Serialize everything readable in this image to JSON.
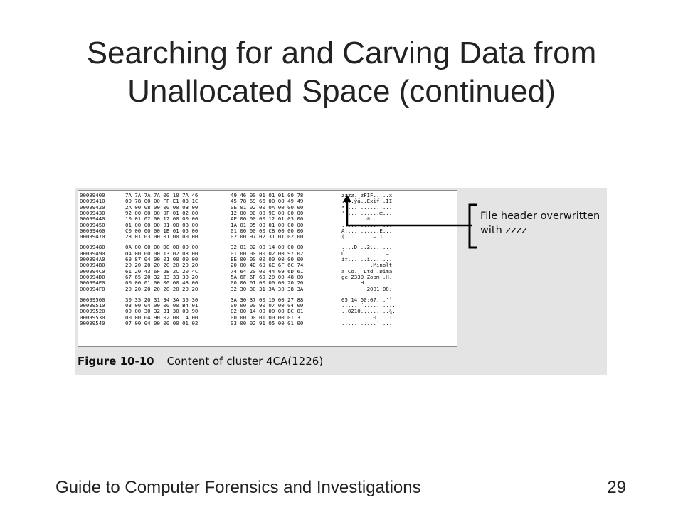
{
  "slide": {
    "title_line1": "Searching for and Carving Data from",
    "title_line2": "Unallocated Space (continued)"
  },
  "figure": {
    "number": "Figure 10-10",
    "caption": "Content of cluster 4CA(1226)",
    "annotation_line1": "File header overwritten",
    "annotation_line2": "with zzzz",
    "rows": [
      {
        "offset": "00099400",
        "h1": "7A 7A 7A 7A 00 10 7A 46",
        "h2": "49 46 00 01 01 01 00 78",
        "ascii": "zzzz..zFIF.....x"
      },
      {
        "offset": "00099410",
        "h1": "00 78 00 00 FF E1 03 1C",
        "h2": "45 78 69 66 00 00 49 49",
        "ascii": ".x..ÿá..Exif..II"
      },
      {
        "offset": "00099420",
        "h1": "2A 00 08 00 00 00 0B 00",
        "h2": "0E 01 02 00 0A 00 00 00",
        "ascii": "*..............."
      },
      {
        "offset": "00099430",
        "h1": "92 00 00 00 0F 01 02 00",
        "h2": "12 00 00 00 9C 00 00 00",
        "ascii": "'...........œ..."
      },
      {
        "offset": "00099440",
        "h1": "10 01 02 00 12 00 00 00",
        "h2": "AE 00 00 00 12 01 03 00",
        "ascii": "........®......."
      },
      {
        "offset": "00099450",
        "h1": "01 00 00 00 01 00 08 00",
        "h2": "1A 01 05 00 01 00 00 00",
        "ascii": "................"
      },
      {
        "offset": "00099460",
        "h1": "C0 00 00 00 1B 01 05 00",
        "h2": "01 00 00 00 C8 00 00 00",
        "ascii": "À...........È..."
      },
      {
        "offset": "00099470",
        "h1": "28 01 03 00 01 00 00 00",
        "h2": "02 00 97 02 31 01 02 00",
        "ascii": "(.........—.1..."
      },
      {
        "offset": "00099480",
        "h1": "0A 00 00 00 D0 00 00 00",
        "h2": "32 01 02 00 14 00 00 00",
        "ascii": "....Ð...2......."
      },
      {
        "offset": "00099490",
        "h1": "DA 00 00 00 13 02 03 00",
        "h2": "01 00 00 00 02 00 97 02",
        "ascii": "Ú.............—."
      },
      {
        "offset": "000994A0",
        "h1": "69 87 04 00 01 00 00 00",
        "h2": "EE 00 00 00 00 00 00 00",
        "ascii": "i‡......î......."
      },
      {
        "offset": "000994B0",
        "h1": "20 20 20 20 20 20 20 20",
        "h2": "20 00 4D 69 6E 6F 6C 74",
        "ascii": "         .Minolt"
      },
      {
        "offset": "000994C0",
        "h1": "61 20 43 6F 2E 2C 20 4C",
        "h2": "74 64 20 00 44 69 6D 61",
        "ascii": "a Co., Ltd .Dima"
      },
      {
        "offset": "000994D0",
        "h1": "67 65 20 32 33 33 30 20",
        "h2": "5A 6F 6F 6D 20 00 48 00",
        "ascii": "ge 2330 Zoom .H."
      },
      {
        "offset": "000994E0",
        "h1": "00 00 01 00 00 00 48 00",
        "h2": "00 00 01 00 00 00 20 20",
        "ascii": "......H.......  "
      },
      {
        "offset": "000994F0",
        "h1": "20 20 20 20 20 20 20 20",
        "h2": "32 30 30 31 3A 30 38 3A",
        "ascii": "        2001:08:"
      },
      {
        "offset": "00099500",
        "h1": "30 35 20 31 34 3A 35 30",
        "h2": "3A 30 37 00 10 00 27 88",
        "ascii": "05 14:50:07...'ˆ"
      },
      {
        "offset": "00099510",
        "h1": "03 00 04 00 00 00 B4 01",
        "h2": "00 00 00 90 07 00 04 00",
        "ascii": "......´.........."
      },
      {
        "offset": "00099520",
        "h1": "00 00 30 32 31 30 03 90",
        "h2": "02 00 14 00 00 00 BC 01",
        "ascii": "..0210.........¼."
      },
      {
        "offset": "00099530",
        "h1": "00 00 04 90 02 00 14 00",
        "h2": "00 00 D0 01 00 00 01 31",
        "ascii": "..........Ð....1"
      },
      {
        "offset": "00099540",
        "h1": "07 00 04 00 00 00 01 02",
        "h2": "03 00 02 91 05 00 01 00",
        "ascii": "...........'...."
      }
    ]
  },
  "footer": {
    "course_title": "Guide to Computer Forensics and Investigations",
    "page_number": "29"
  },
  "colors": {
    "panel_background": "#e4e4e4",
    "callout_line": "#000000"
  }
}
